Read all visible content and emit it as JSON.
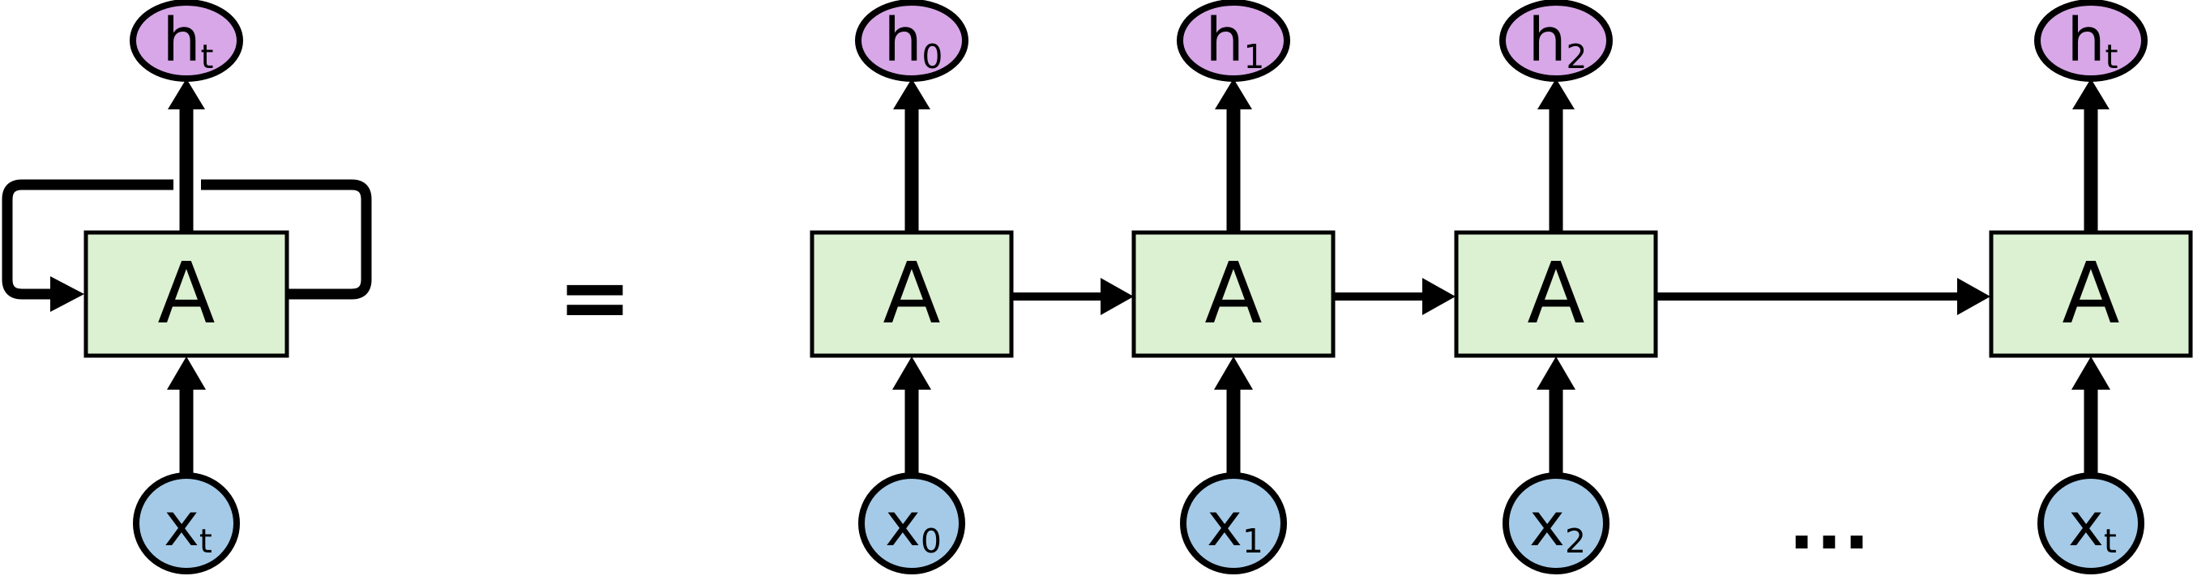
{
  "diagram": {
    "equals_sign": "=",
    "ellipsis": "...",
    "colors": {
      "background": "#ffffff",
      "box_fill": "#dcf0d2",
      "output_node_fill": "#d8a7e8",
      "input_node_fill": "#a4cae8",
      "stroke": "#000000"
    },
    "rolled": {
      "box_label": "A",
      "output_label": {
        "base": "h",
        "sub": "t"
      },
      "input_label": {
        "base": "x",
        "sub": "t"
      }
    },
    "unrolled": {
      "cells": [
        {
          "box_label": "A",
          "output_label": {
            "base": "h",
            "sub": "0"
          },
          "input_label": {
            "base": "x",
            "sub": "0"
          }
        },
        {
          "box_label": "A",
          "output_label": {
            "base": "h",
            "sub": "1"
          },
          "input_label": {
            "base": "x",
            "sub": "1"
          }
        },
        {
          "box_label": "A",
          "output_label": {
            "base": "h",
            "sub": "2"
          },
          "input_label": {
            "base": "x",
            "sub": "2"
          }
        },
        {
          "box_label": "A",
          "output_label": {
            "base": "h",
            "sub": "t"
          },
          "input_label": {
            "base": "x",
            "sub": "t"
          }
        }
      ]
    }
  }
}
